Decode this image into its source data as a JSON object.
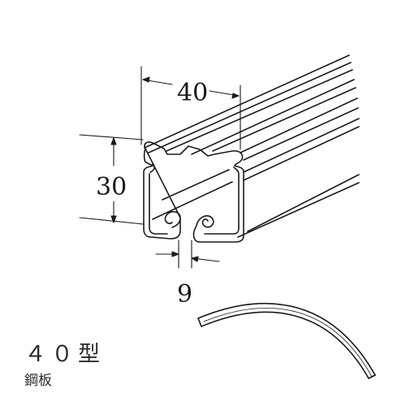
{
  "dimensions": {
    "width": "40",
    "height": "30",
    "opening": "9"
  },
  "caption": {
    "model": "４０型",
    "material": "鋼板"
  },
  "colors": {
    "line": "#1a1a1a",
    "fill": "#ffffff"
  }
}
